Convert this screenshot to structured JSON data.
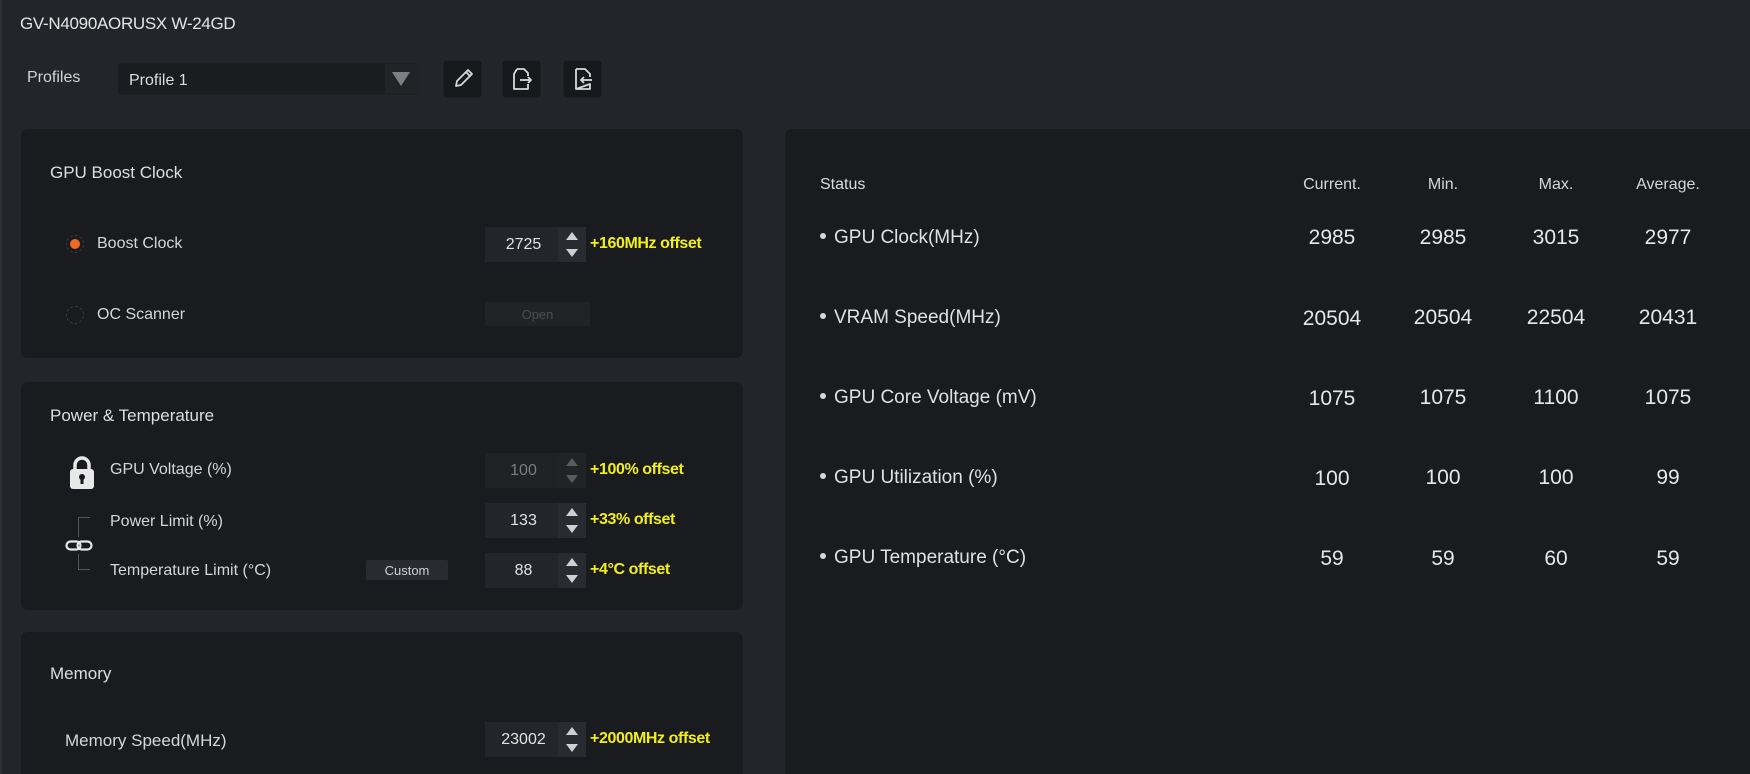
{
  "app": {
    "title": "GV-N4090AORUSX W-24GD"
  },
  "profiles": {
    "label": "Profiles",
    "selected": "Profile 1",
    "toolbar": [
      {
        "icon": "pencil-icon",
        "action": "edit-profile"
      },
      {
        "icon": "export-file-icon",
        "action": "export-profile"
      },
      {
        "icon": "import-file-icon",
        "action": "import-profile"
      }
    ]
  },
  "boost_clock_panel": {
    "title": "GPU Boost Clock",
    "boost_clock": {
      "label": "Boost Clock",
      "selected": true,
      "value": "2725",
      "offset": "+160MHz offset"
    },
    "oc_scanner": {
      "label": "OC Scanner",
      "selected": false,
      "button": "Open",
      "button_disabled": true
    }
  },
  "power_temp_panel": {
    "title": "Power & Temperature",
    "gpu_voltage": {
      "label": "GPU Voltage (%)",
      "value": "100",
      "offset": "+100% offset",
      "locked": true
    },
    "power_limit": {
      "label": "Power Limit (%)",
      "value": "133",
      "offset": "+33% offset"
    },
    "temperature_limit": {
      "label": "Temperature Limit (°C)",
      "custom_button": "Custom",
      "value": "88",
      "offset": "+4°C offset"
    }
  },
  "memory_panel": {
    "title": "Memory",
    "memory_speed": {
      "label": "Memory Speed(MHz)",
      "value": "23002",
      "offset": "+2000MHz offset"
    }
  },
  "status": {
    "header": "Status",
    "columns": [
      "Current.",
      "Min.",
      "Max.",
      "Average."
    ],
    "rows": [
      {
        "label": "GPU Clock(MHz)",
        "values": [
          "2985",
          "2985",
          "3015",
          "2977"
        ]
      },
      {
        "label": "VRAM Speed(MHz)",
        "values": [
          "20504",
          "20504",
          "22504",
          "20431"
        ]
      },
      {
        "label": "GPU Core Voltage (mV)",
        "values": [
          "1075",
          "1075",
          "1100",
          "1075"
        ]
      },
      {
        "label": "GPU Utilization (%)",
        "values": [
          "100",
          "100",
          "100",
          "99"
        ]
      },
      {
        "label": "GPU Temperature (°C)",
        "values": [
          "59",
          "59",
          "60",
          "59"
        ]
      }
    ]
  },
  "colors": {
    "accent_orange": "#f06a24",
    "offset_yellow": "#f2ee1c",
    "background": "#23252a",
    "panel": "#1a1b1e"
  }
}
